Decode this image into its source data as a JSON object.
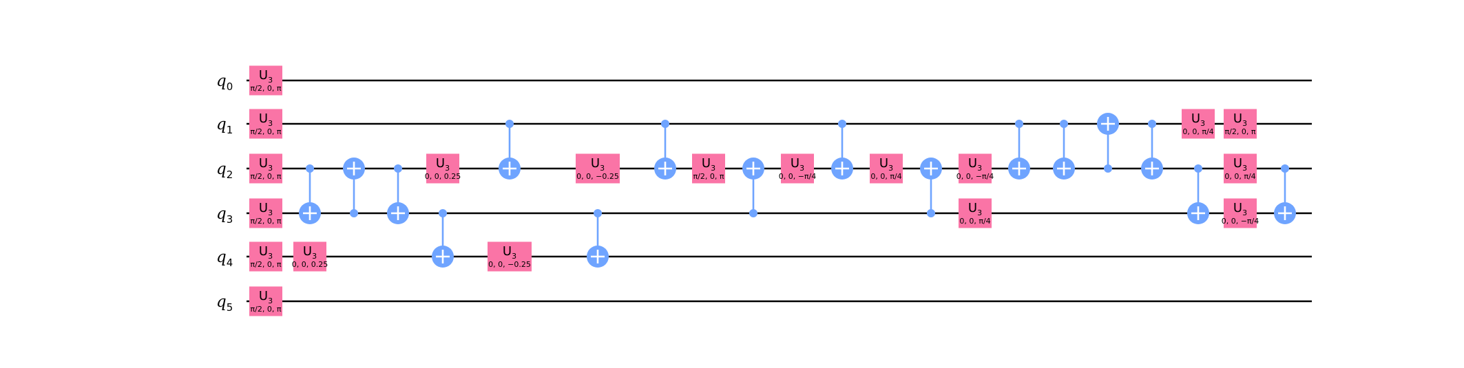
{
  "colors": {
    "wire": "#000000",
    "gate_fill": "#fa74a6",
    "cnot": "#6fa4ff",
    "background": "#ffffff"
  },
  "qubits": [
    {
      "name": "q",
      "index": "0"
    },
    {
      "name": "q",
      "index": "1"
    },
    {
      "name": "q",
      "index": "2"
    },
    {
      "name": "q",
      "index": "3"
    },
    {
      "name": "q",
      "index": "4"
    },
    {
      "name": "q",
      "index": "5"
    }
  ],
  "gates": [
    {
      "type": "u3",
      "qubit": 0,
      "column": 0,
      "name": "U",
      "sub": "3",
      "params": "π/2, 0, π"
    },
    {
      "type": "u3",
      "qubit": 1,
      "column": 0,
      "name": "U",
      "sub": "3",
      "params": "π/2, 0, π"
    },
    {
      "type": "u3",
      "qubit": 2,
      "column": 0,
      "name": "U",
      "sub": "3",
      "params": "π/2, 0, π"
    },
    {
      "type": "u3",
      "qubit": 3,
      "column": 0,
      "name": "U",
      "sub": "3",
      "params": "π/2, 0, π"
    },
    {
      "type": "u3",
      "qubit": 4,
      "column": 0,
      "name": "U",
      "sub": "3",
      "params": "π/2, 0, π"
    },
    {
      "type": "u3",
      "qubit": 5,
      "column": 0,
      "name": "U",
      "sub": "3",
      "params": "π/2, 0, π"
    },
    {
      "type": "u3",
      "qubit": 4,
      "column": 1,
      "name": "U",
      "sub": "3",
      "params": "0, 0, 0.25"
    },
    {
      "type": "cx",
      "control": 2,
      "target": 3,
      "column": 1
    },
    {
      "type": "cx",
      "control": 3,
      "target": 2,
      "column": 2
    },
    {
      "type": "cx",
      "control": 2,
      "target": 3,
      "column": 3
    },
    {
      "type": "u3",
      "qubit": 2,
      "column": 4,
      "name": "U",
      "sub": "3",
      "params": "0, 0, 0.25"
    },
    {
      "type": "cx",
      "control": 3,
      "target": 4,
      "column": 4
    },
    {
      "type": "cx",
      "control": 1,
      "target": 2,
      "column": 5
    },
    {
      "type": "u3",
      "qubit": 4,
      "column": 5,
      "name": "U",
      "sub": "3",
      "params": "0, 0, −0.25"
    },
    {
      "type": "u3",
      "qubit": 2,
      "column": 6,
      "name": "U",
      "sub": "3",
      "params": "0, 0, −0.25"
    },
    {
      "type": "cx",
      "control": 3,
      "target": 4,
      "column": 6
    },
    {
      "type": "cx",
      "control": 1,
      "target": 2,
      "column": 7
    },
    {
      "type": "u3",
      "qubit": 2,
      "column": 8,
      "name": "U",
      "sub": "3",
      "params": "π/2, 0, π"
    },
    {
      "type": "cx",
      "control": 3,
      "target": 2,
      "column": 9
    },
    {
      "type": "u3",
      "qubit": 2,
      "column": 10,
      "name": "U",
      "sub": "3",
      "params": "0, 0, −π/4"
    },
    {
      "type": "cx",
      "control": 1,
      "target": 2,
      "column": 11
    },
    {
      "type": "u3",
      "qubit": 2,
      "column": 12,
      "name": "U",
      "sub": "3",
      "params": "0, 0, π/4"
    },
    {
      "type": "cx",
      "control": 3,
      "target": 2,
      "column": 13
    },
    {
      "type": "u3",
      "qubit": 2,
      "column": 14,
      "name": "U",
      "sub": "3",
      "params": "0, 0, −π/4"
    },
    {
      "type": "u3",
      "qubit": 3,
      "column": 14,
      "name": "U",
      "sub": "3",
      "params": "0, 0, π/4"
    },
    {
      "type": "cx",
      "control": 1,
      "target": 2,
      "column": 15
    },
    {
      "type": "cx",
      "control": 1,
      "target": 2,
      "column": 16
    },
    {
      "type": "cx",
      "control": 2,
      "target": 1,
      "column": 17
    },
    {
      "type": "cx",
      "control": 1,
      "target": 2,
      "column": 18
    },
    {
      "type": "u3",
      "qubit": 1,
      "column": 19,
      "name": "U",
      "sub": "3",
      "params": "0, 0, π/4"
    },
    {
      "type": "cx",
      "control": 2,
      "target": 3,
      "column": 19
    },
    {
      "type": "u3",
      "qubit": 1,
      "column": 20,
      "name": "U",
      "sub": "3",
      "params": "π/2, 0, π"
    },
    {
      "type": "u3",
      "qubit": 2,
      "column": 20,
      "name": "U",
      "sub": "3",
      "params": "0, 0, π/4"
    },
    {
      "type": "u3",
      "qubit": 3,
      "column": 20,
      "name": "U",
      "sub": "3",
      "params": "0, 0, −π/4"
    },
    {
      "type": "cx",
      "control": 2,
      "target": 3,
      "column": 21
    }
  ]
}
